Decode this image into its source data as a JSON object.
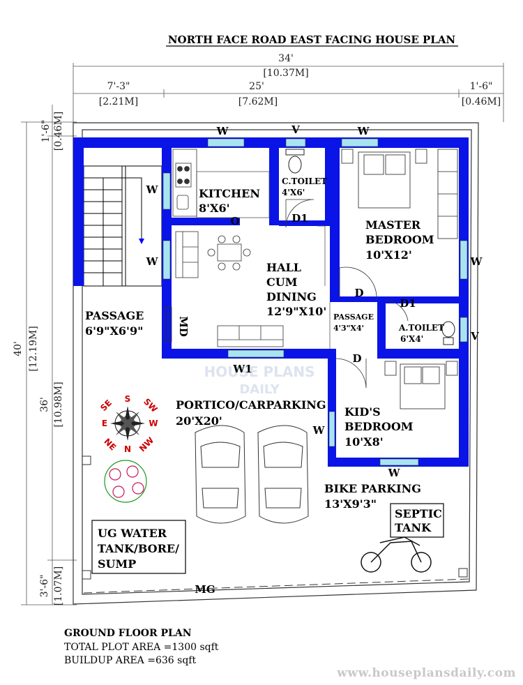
{
  "title": "NORTH FACE ROAD EAST FACING HOUSE PLAN",
  "dimensions": {
    "total_width": "34'",
    "total_width_m": "[10.37M]",
    "left_width": "7'-3\"",
    "left_width_m": "[2.21M]",
    "mid_width": "25'",
    "mid_width_m": "[7.62M]",
    "right_width": "1'-6\"",
    "right_width_m": "[0.46M]",
    "top_gap": "1'-6\"",
    "top_gap_m": "[0.46M]",
    "total_height": "40'",
    "total_height_m": "[12.19M]",
    "inner_height": "36'",
    "inner_height_m": "[10.98M]",
    "bottom_gap": "3'-6\"",
    "bottom_gap_m": "[1.07M]"
  },
  "rooms": {
    "kitchen": {
      "name": "KITCHEN",
      "size": "8'X6'"
    },
    "c_toilet": {
      "name": "C.TOILET",
      "size": "4'X6'"
    },
    "master": {
      "name1": "MASTER",
      "name2": "BEDROOM",
      "size": "10'X12'"
    },
    "hall": {
      "name1": "HALL",
      "name2": "CUM",
      "name3": "DINING",
      "size": "12'9\"X10'"
    },
    "passage_small": {
      "name": "PASSAGE",
      "size": "4'3\"X4'"
    },
    "a_toilet": {
      "name": "A.TOILET",
      "size": "6'X4'"
    },
    "passage": {
      "name": "PASSAGE",
      "size": "6'9\"X6'9\""
    },
    "portico": {
      "name": "PORTICO/CARPARKING",
      "size": "20'X20'"
    },
    "kids": {
      "name1": "KID'S",
      "name2": "BEDROOM",
      "size": "10'X8'"
    },
    "bike": {
      "name": "BIKE PARKING",
      "size": "13'X9'3\""
    },
    "septic": {
      "line1": "SEPTIC",
      "line2": "TANK"
    },
    "ug": {
      "line1": "UG WATER",
      "line2": "TANK/BORE/",
      "line3": "SUMP"
    }
  },
  "markers": {
    "window": "W",
    "window1": "W1",
    "ventilator": "V",
    "door": "D",
    "door1": "D1",
    "opening": "O",
    "main_door": "MD",
    "main_gate": "MG"
  },
  "compass": {
    "n": "N",
    "s": "S",
    "e": "E",
    "w": "W",
    "ne": "NE",
    "nw": "NW",
    "se": "SE",
    "sw": "SW"
  },
  "watermark": {
    "line1": "HOUSE PLANS",
    "line2": "DAILY"
  },
  "footer": {
    "heading": "GROUND FLOOR PLAN",
    "plot_area": "TOTAL PLOT AREA =1300 sqft",
    "buildup_area": "BUILDUP AREA =636 sqft",
    "website": "www.houseplansdaily.com"
  },
  "colors": {
    "wall": "#0a14e6",
    "window": "#a8e4f0",
    "line": "#000000"
  }
}
